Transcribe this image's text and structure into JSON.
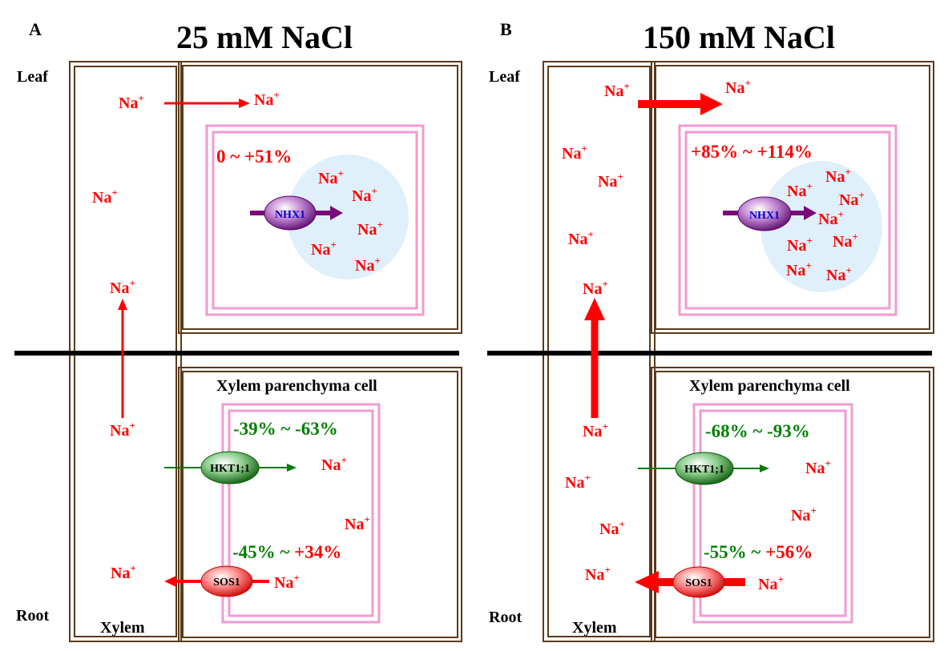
{
  "panels": [
    {
      "letter": "A",
      "title": "25 mM NaCl",
      "leaf_label": "Leaf",
      "root_label": "Root",
      "xylem_label": "Xylem",
      "xp_cell_label": "Xylem parenchyma cell",
      "ion_base": "Na",
      "ion_sup": "+",
      "nhx1_label": "NHX1",
      "hkt_label": "HKT1;1",
      "sos_label": "SOS1",
      "nhx1_change": "0 ~ +51%",
      "hkt_change": "-39% ~ -63%",
      "sos_change_low": "-45%",
      "sos_change_sep": " ~ ",
      "sos_change_high": "+34%"
    },
    {
      "letter": "B",
      "title": "150 mM NaCl",
      "leaf_label": "Leaf",
      "root_label": "Root",
      "xylem_label": "Xylem",
      "xp_cell_label": "Xylem parenchyma cell",
      "ion_base": "Na",
      "ion_sup": "+",
      "nhx1_label": "NHX1",
      "hkt_label": "HKT1;1",
      "sos_label": "SOS1",
      "nhx1_change": "+85% ~ +114%",
      "hkt_change": "-68% ~ -93%",
      "sos_change_low": "-55%",
      "sos_change_sep": " ~ ",
      "sos_change_high": "+56%"
    }
  ],
  "colors": {
    "wall": "#5a3a1a",
    "membrane": "#f29ad0",
    "vacuole": "#dff0fb",
    "ion": "#ff0000",
    "nhx1_arrow": "#7a0a7a",
    "hkt_arrow": "#0a7a0a",
    "sos_arrow": "#ff0000",
    "separator": "#000000",
    "nhx1_text": "#0000cc"
  }
}
